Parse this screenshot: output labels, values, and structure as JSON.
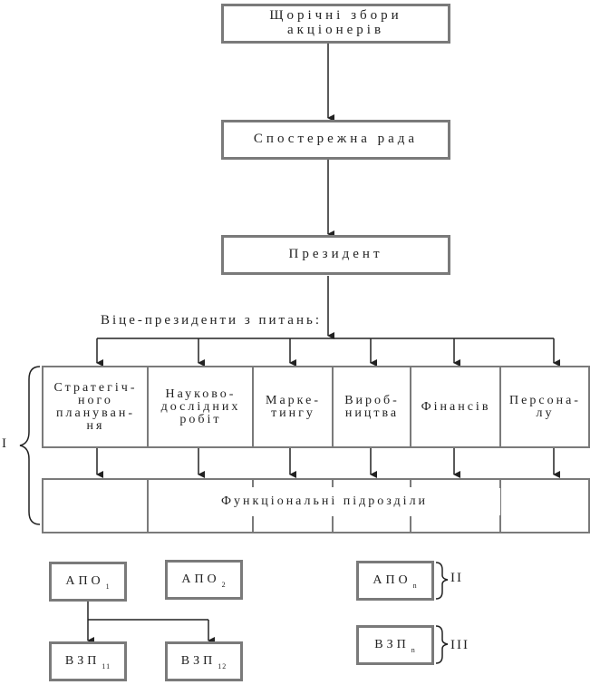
{
  "top": {
    "shareholders": "Щорічні збори акціонерів",
    "board": "Спостережна рада",
    "president": "Президент"
  },
  "vp_label": "Віце-президенти з питань:",
  "departments": [
    "Стратегіч-\nного\nплануван-\nня",
    "Науково-\nдослідних\nробіт",
    "Марке-\nтингу",
    "Вироб-\nництва",
    "Фінансів",
    "Персона-\nлу"
  ],
  "functional": "Функціональні підрозділи",
  "apo": [
    {
      "base": "АПО",
      "sub": "1"
    },
    {
      "base": "АПО",
      "sub": "2"
    },
    {
      "base": "АПО",
      "sub": "n"
    }
  ],
  "vzp": [
    {
      "base": "ВЗП",
      "sub": "11"
    },
    {
      "base": "ВЗП",
      "sub": "12"
    },
    {
      "base": "ВЗП",
      "sub": "n"
    }
  ],
  "levels": {
    "one": "I",
    "two": "II",
    "three": "III"
  }
}
